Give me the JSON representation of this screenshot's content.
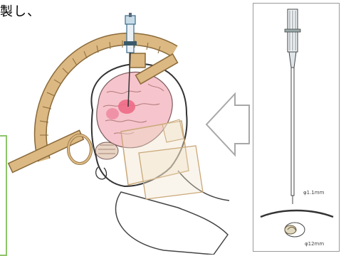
{
  "caption_fragment": "製し、",
  "probe": {
    "shaft_diameter_label": "φ1.1mm",
    "tip_diameter_label": "φ12mm"
  },
  "colors": {
    "frame_gold": "#d6b07a",
    "frame_outline": "#8a6a3a",
    "brain_pink": "#f2a0b0",
    "lesion_red": "#ee5577",
    "arrow_grey": "#a8a8a8",
    "panel_border": "#9a9a9a",
    "green_border": "#8ec56a"
  }
}
